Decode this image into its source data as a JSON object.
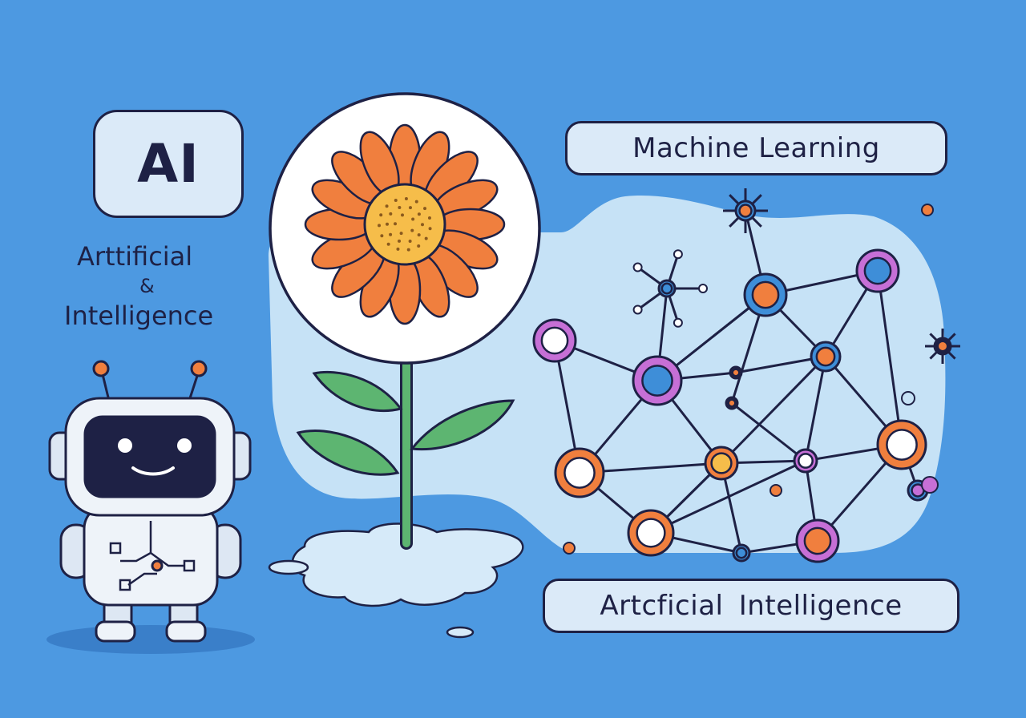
{
  "ai_badge": {
    "label": "AI"
  },
  "caption": {
    "line1": "Arttificial",
    "line2": "&",
    "line3": "Intelligence"
  },
  "top_right_badge": {
    "label": "Machine Learning"
  },
  "bottom_right_badge": {
    "label": "Artcficial  Intelligence"
  },
  "colors": {
    "background": "#4d99e1",
    "panel": "#c6e2f6",
    "outline": "#1e2145",
    "orange": "#f07f3e",
    "purple": "#c66fd6",
    "blue_node": "#3e8ed8",
    "leaf_green": "#5db571",
    "flower_center": "#f6bd4a"
  },
  "icons": [
    "robot-icon",
    "flower-icon",
    "neural-network-icon"
  ]
}
